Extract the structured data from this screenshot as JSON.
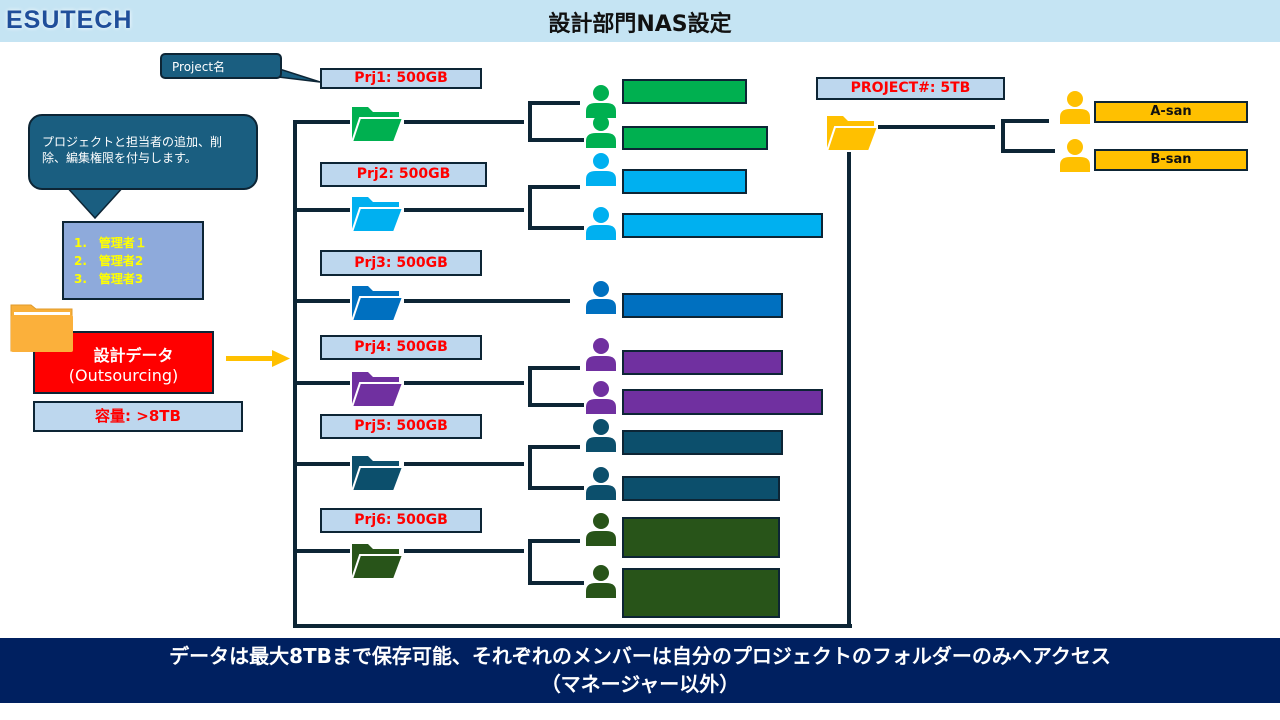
{
  "header": {
    "logo": "ESUTECH",
    "title": "設計部門NAS設定"
  },
  "callouts": {
    "project_name": "Project名",
    "admin_note": "プロジェクトと担当者の追加、削除、編集権限を付与します。"
  },
  "admins": [
    "1.　管理者１",
    "2.　管理者2",
    "3.　管理者3"
  ],
  "source": {
    "title": "設計データ",
    "subtitle": "(Outsourcing)",
    "capacity": "容量: >8TB",
    "folder_color": "#f9b03a",
    "box_color": "#ff0000"
  },
  "projects": [
    {
      "label": "Prj1: 500GB",
      "color": "#00b050",
      "members": 2
    },
    {
      "label": "Prj2: 500GB",
      "color": "#00b0f0",
      "members": 2
    },
    {
      "label": "Prj3: 500GB",
      "color": "#0070c0",
      "members": 1
    },
    {
      "label": "Prj4: 500GB",
      "color": "#7030a0",
      "members": 2
    },
    {
      "label": "Prj5: 500GB",
      "color": "#0c4f6c",
      "members": 2
    },
    {
      "label": "Prj6: 500GB",
      "color": "#285419",
      "members": 2
    }
  ],
  "template_project": {
    "label": "PROJECT#: 5TB",
    "color": "#ffc000",
    "members": [
      "A-san",
      "B-san"
    ]
  },
  "footer": {
    "line1": "データは最大8TBまで保存可能、それぞれのメンバーは自分のプロジェクトのフォルダーのみへアクセス",
    "line2": "（マネージャー以外）"
  }
}
